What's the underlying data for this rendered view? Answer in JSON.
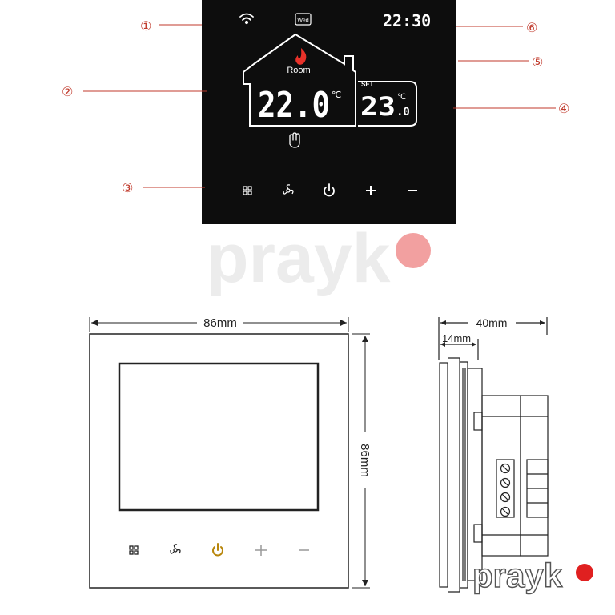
{
  "callouts": [
    "①",
    "②",
    "③",
    "④",
    "⑤",
    "⑥"
  ],
  "display": {
    "day": "Wed",
    "clock": "22:30",
    "room_label": "Room",
    "room_temp": "22.0",
    "room_unit": "℃",
    "set_label": "SET",
    "set_temp_int": "23",
    "set_temp_dec": ".0",
    "set_unit": "℃"
  },
  "icons": {
    "top": [
      "wifi-icon",
      "day-badge",
      "clock"
    ],
    "house": [
      "house-outline-icon",
      "flame-icon"
    ],
    "mode": "hand-icon",
    "buttons": [
      "menu-grid-icon",
      "fan-icon",
      "power-icon",
      "plus-icon",
      "minus-icon"
    ]
  },
  "watermark": "prayk",
  "dimensions": {
    "front_width": "86mm",
    "front_height": "86mm",
    "side_depth": "40mm",
    "side_front": "14mm"
  },
  "colors": {
    "panel": "#0d0d0d",
    "lcd": "#ffffff",
    "flame": "#e8322a",
    "callout": "#c0392b",
    "accent_dot": "#e02020",
    "watermark_dot": "#f2a0a0",
    "line": "#222222",
    "power_icon": "#b8860b"
  }
}
